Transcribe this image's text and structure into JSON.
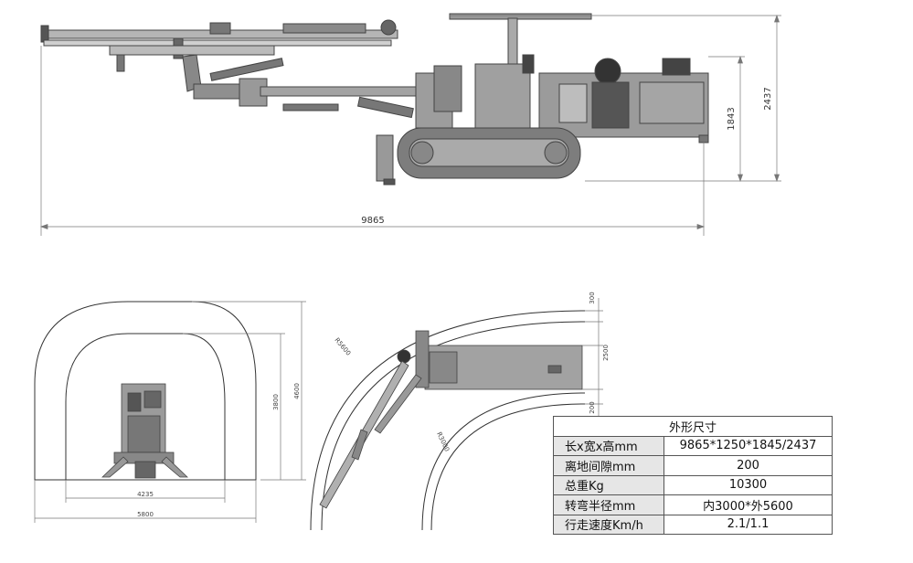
{
  "side_view": {
    "length": "9865",
    "height_low": "1843",
    "height_high": "2437"
  },
  "tunnel_view": {
    "width_inner": "4235",
    "width_outer": "5800",
    "height_inner": "3800",
    "height_outer": "4600"
  },
  "turn_view": {
    "radius_outer": "R5600",
    "radius_inner": "R3000",
    "dim_top": "300",
    "dim_mid": "2500",
    "dim_bottom": "200"
  },
  "spec_table": {
    "title": "外形尺寸",
    "rows": [
      {
        "label": "长x宽x高mm",
        "value": "9865*1250*1845/2437"
      },
      {
        "label": "离地间隙mm",
        "value": "200"
      },
      {
        "label": "总重Kg",
        "value": "10300"
      },
      {
        "label": "转弯半径mm",
        "value": "内3000*外5600"
      },
      {
        "label": "行走速度Km/h",
        "value": "2.1/1.1"
      }
    ]
  }
}
